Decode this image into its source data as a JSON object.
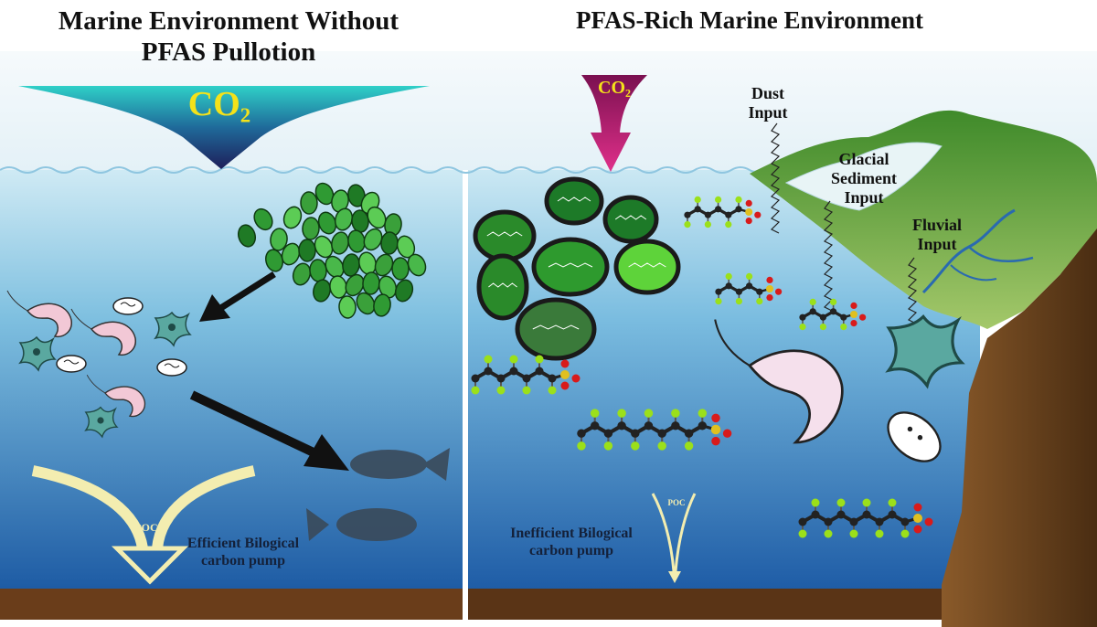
{
  "left_panel": {
    "title_line1": "Marine Environment Without",
    "title_line2": "PFAS Pullotion",
    "co2": "CO₂",
    "poc": "POC",
    "pump_line1": "Efficient Bilogical",
    "pump_line2": "carbon pump"
  },
  "right_panel": {
    "title": "PFAS-Rich Marine Environment",
    "co2": "CO₂",
    "dust_line1": "Dust",
    "dust_line2": "Input",
    "glacial_line1": "Glacial",
    "glacial_line2": "Sediment",
    "glacial_line3": "Input",
    "fluvial_line1": "Fluvial",
    "fluvial_line2": "Input",
    "poc": "POC",
    "pump_line1": "Inefficient Bilogical",
    "pump_line2": "carbon pump"
  },
  "colors": {
    "water_top": "#c6e6f2",
    "water_bottom": "#1f5fa6",
    "seafloor": "#6a3d1a",
    "land": "#5a9a3a",
    "cliff": "#5a3a1a",
    "phytoplankton": "#3aa03a",
    "pfas_carbon": "#222222",
    "pfas_fluorine": "#9be01a",
    "pfas_oxygen": "#d81b1b",
    "pfas_sulfur": "#e0c020",
    "co2_left": "#1a2a5a",
    "co2_right": "#c0186a",
    "poc_arrow": "#f3edb0"
  }
}
